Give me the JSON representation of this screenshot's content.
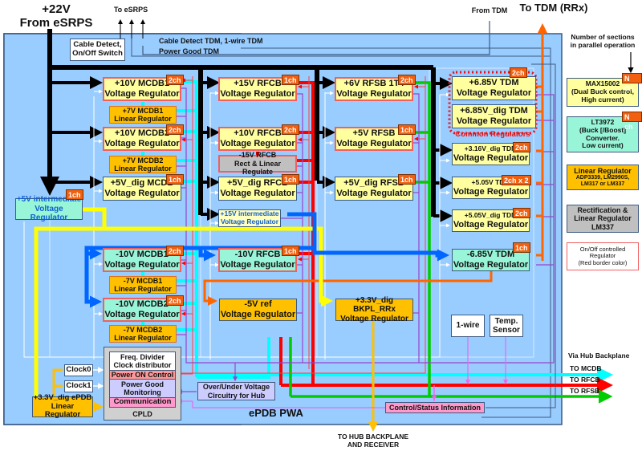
{
  "top": {
    "source_voltage": "+22V",
    "source_from": "From eSRPS",
    "to_esrps": "To eSRPS",
    "from_tdm": "From TDM",
    "to_tdm": "To TDM (RRx)",
    "cable_detect_box": [
      "Cable Detect,",
      "On/Off Switch"
    ],
    "cable_detect_tdm": "Cable Detect TDM, 1-wire TDM",
    "power_good_tdm": "Power Good TDM"
  },
  "regulators": {
    "mcdb1_10v": {
      "line1": "+10V MCDB1",
      "line2": "Voltage Regulator",
      "ch": "2ch"
    },
    "mcdb1_7v": {
      "line1": "+7V MCDB1",
      "line2": "Linear Regulator"
    },
    "mcdb2_10v": {
      "line1": "+10V MCDB2",
      "line2": "Voltage Regulator",
      "ch": "2ch"
    },
    "mcdb2_7v": {
      "line1": "+7V MCDB2",
      "line2": "Linear Regulator"
    },
    "mcdb_5vdig": {
      "line1": "+5V_dig MCDB",
      "line2": "Voltage Regulator",
      "ch": "1ch"
    },
    "rfcb_15v": {
      "line1": "+15V RFCB",
      "line2": "Voltage Regulator",
      "ch": "1ch"
    },
    "rfcb_10v": {
      "line1": "+10V RFCB",
      "line2": "Voltage Regulator",
      "ch": "2ch"
    },
    "rfcb_m15v": {
      "line1": "-15V RFCB",
      "line2": "Rect & Linear Regulate"
    },
    "rfcb_5vdig": {
      "line1": "+5V_dig RFCB",
      "line2": "Voltage Regulator",
      "ch": "1ch"
    },
    "inter_15v": {
      "line1": "+15V intermediate",
      "line2": "Voltage Regulator"
    },
    "rfsb_6v": {
      "line1": "+6V RFSB 1T4",
      "line2": "Voltage Regulator",
      "ch": "2ch"
    },
    "rfsb_5v": {
      "line1": "+5V RFSB",
      "line2": "Voltage Regulator",
      "ch": "1ch"
    },
    "rfsb_5vdig": {
      "line1": "+5V_dig RFSB",
      "line2": "Voltage Regulator",
      "ch": "1ch"
    },
    "tdm_685": {
      "line1": "+6.85V TDM",
      "line2": "Voltage Regulator",
      "ch": "2ch"
    },
    "tdm_685dig": {
      "line1": "+6.85V_dig TDM",
      "line2": "Voltage Regulator"
    },
    "common_label": "Common Regulators",
    "tdm_316dig": {
      "line1": "+3.16V_dig TDM",
      "line2": "Voltage Regulator",
      "ch": "2ch"
    },
    "tdm_505": {
      "line1": "+5.05V TDM",
      "line2": "Voltage Regulator",
      "ch": "2ch x 2"
    },
    "tdm_505dig": {
      "line1": "+5.05V_dig TDM",
      "line2": "Voltage Regulator",
      "ch": "2ch"
    },
    "tdm_m685": {
      "line1": "-6.85V TDM",
      "line2": "Voltage Regulator",
      "ch": "1ch"
    },
    "inter_5v": {
      "line1": "+5V intermediate",
      "line2": "Voltage Regulator",
      "ch": "1ch"
    },
    "mcdb1_m10v": {
      "line1": "-10V MCDB1",
      "line2": "Voltage Regulator",
      "ch": "2ch"
    },
    "mcdb1_m7v": {
      "line1": "-7V MCDB1",
      "line2": "Linear Regulator"
    },
    "mcdb2_m10v": {
      "line1": "-10V MCDB2",
      "line2": "Voltage Regulator",
      "ch": "2ch"
    },
    "mcdb2_m7v": {
      "line1": "-7V MCDB2",
      "line2": "Linear Regulator"
    },
    "rfcb_m10v": {
      "line1": "-10V RFCB",
      "line2": "Voltage Regulator",
      "ch": "1ch"
    },
    "ref_m5v": {
      "line1": "-5V ref",
      "line2": "Voltage Regulator"
    },
    "bkpl_33v": {
      "line1": "+3.3V_dig BKPL_RRx",
      "line2": "Voltage Regulator"
    },
    "epdb_33v": {
      "line1": "+3.3V_dig ePDB",
      "line2": "Linear Regulator"
    }
  },
  "misc": {
    "one_wire": "1-wire",
    "temp_sensor": [
      "Temp.",
      "Sensor"
    ],
    "clock0": "Clock0",
    "clock1": "Clock1",
    "cpld": {
      "freq": [
        "Freq. Divider",
        "Clock distributor"
      ],
      "power_on": "Power ON Control",
      "power_good": [
        "Power Good",
        "Monitoring"
      ],
      "communication": "Communication",
      "title": "CPLD"
    },
    "over_under": [
      "Over/Under Voltage",
      "Circuitry for Hub"
    ],
    "control_status": "Control/Status Information",
    "board_name": "ePDB PWA",
    "hub_backplane": [
      "TO HUB BACKPLANE",
      "AND RECEIVER"
    ],
    "via_hub": "Via Hub Backplane",
    "to_mcdb": "TO MCDB",
    "to_rfcb": "TO RFCB",
    "to_rfsb": "TO RFSB"
  },
  "legend": {
    "header": [
      "Number of sections",
      "in parallel operation"
    ],
    "max15002": {
      "lines": [
        "MAX15002",
        "(Dual Buck control,",
        "High current)"
      ],
      "ch": "N ch"
    },
    "lt3972": {
      "lines": [
        "LT3972",
        "(Buck [/Boost]",
        "Converter.",
        "Low current)"
      ],
      "ch": "N ch"
    },
    "linear": {
      "title": "Linear Regulator",
      "lines": [
        "ADP3339, LM2990S,",
        "LM317 or LM337"
      ]
    },
    "rect": {
      "lines": [
        "Rectification &",
        "Linear Regulator",
        "LM337"
      ]
    },
    "onoff": {
      "lines": [
        "On/Off controlled",
        "Regulator",
        "(Red border color)"
      ]
    }
  },
  "colors": {
    "board_bg": "#99ccff",
    "regulator_fill": "#ffffa0",
    "linear_fill": "#ffc000",
    "negative_fill": "#98f5d8",
    "badge": "#f06010",
    "mcdb_line": "#00ffff",
    "rfcb_line": "#ff0000",
    "rfsb_line": "#00cc00",
    "tdm_line": "#ff6600",
    "intermediate5v_line": "#ffff00",
    "negative_bus": "#0066ff"
  }
}
